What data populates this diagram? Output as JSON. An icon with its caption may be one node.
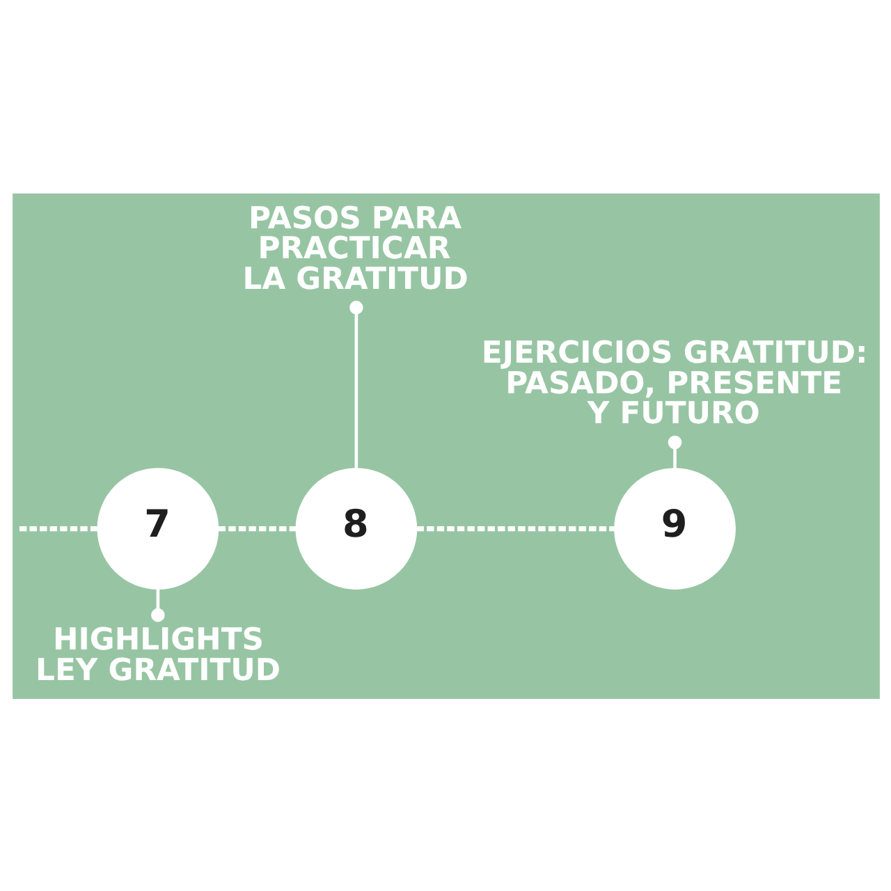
{
  "diagram": {
    "nodes": [
      {
        "text": [
          "PASOS PARA PRACTICAR LA GRATITUD"
        ]
      },
      {
        "text": [
          "EJERCICIOS GRATITUD: PASADO, PRESENTE Y FUTURO"
        ]
      },
      {
        "text": [
          "7"
        ]
      },
      {
        "text": [
          "8"
        ]
      },
      {
        "text": [
          "9"
        ]
      },
      {
        "text": [
          "HIGHLIGHTS LEY GRATITUD"
        ]
      }
    ],
    "edges": [
      {
        "from": null,
        "to": 2,
        "arrow": "none",
        "style": "dashed"
      },
      {
        "from": 2,
        "to": 3,
        "arrow": "none",
        "style": "dashed"
      },
      {
        "from": 3,
        "to": 4,
        "arrow": "none",
        "style": "dashed"
      },
      {
        "from": 0,
        "to": 3,
        "arrow": "other"
      },
      {
        "from": 1,
        "to": 4,
        "arrow": "other"
      },
      {
        "from": 5,
        "to": 2,
        "arrow": "other"
      }
    ]
  }
}
